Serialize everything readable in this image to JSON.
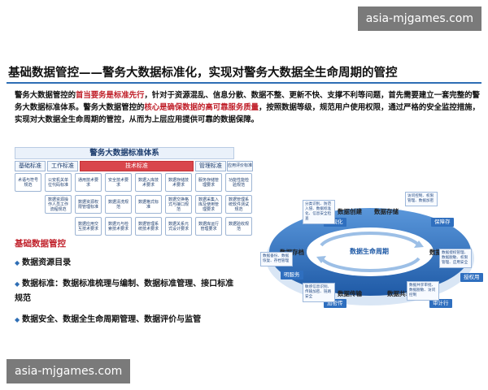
{
  "watermark": "asia-mjgames.com",
  "title": "基础数据管控——警务大数据标准化，实现对警务大数据全生命周期的管控",
  "intro": {
    "p1": "警务大数据管控的",
    "r1": "首当要务是标准先行",
    "p2": "，针对于资源混乱、信息分散、数据不整、更新不快、支撑不利等问题，首先需要建立一套完整的警务大数据标准体系。警务大数据管控的",
    "r2": "核心是确保数据的高可靠服务质量",
    "p3": "，按照数据等级，规范用户使用权限，通过严格的安全监控措施，实现对大数据全生命周期的管控，从而为上层应用提供可靠的数据保障。"
  },
  "standards": {
    "title": "警务大数据标准体系",
    "categories": [
      {
        "label": "基础标准",
        "style": "normal"
      },
      {
        "label": "工作标准",
        "style": "normal"
      },
      {
        "label": "技术标准",
        "style": "red"
      },
      {
        "label": "管理标准",
        "style": "normal"
      },
      {
        "label": "应用评价标准",
        "style": "normal"
      }
    ],
    "row1": [
      "术语与符号规范",
      "公安机关单位代码标准",
      "通用技术要求",
      "安全技术要求",
      "数据入库技术要求",
      "数据存储技术要求",
      "服务存储管理要求",
      "功能性能检验规范"
    ],
    "row2": [
      "数据资源操作人员工作流程规范",
      "数据资源权限管理标准",
      "数据清洗规范",
      "数据格式标准",
      "数据交换格式与接口规范",
      "数据采集入库及使用管理要求",
      "数据管理系统软件测试规范"
    ],
    "row3": [
      "数据应用交互技术要求",
      "数据元与检索技术要求",
      "数据管理系统技术要求",
      "数据关系元式设计要求",
      "数据库运行管理要求",
      "数据验收规范"
    ]
  },
  "bullets": {
    "heading": "基础数据管控",
    "items": [
      "数据资源目录",
      "数据标准：数据标准梳理与编制、数据标准管理、接口标准规范",
      "数据安全、数据全生命周期管理、数据评价与监管"
    ]
  },
  "lifecycle": {
    "center": "数据生命周期",
    "stages": [
      "数据创建",
      "数据存储",
      "数据使用",
      "数据共享",
      "数据传输",
      "数据存档"
    ],
    "chips": [
      "合规化",
      "保障存",
      "授权用",
      "审计行",
      "加密传",
      "明服务"
    ],
    "notes": [
      "分类识别、防范入侵、数据标准化、信息安全检查",
      "访问控制、权限管理、数据加密",
      "数据授权管理、数据脱敏、权限管理、应用安全",
      "数据共享审批、数据脱敏、访问控制",
      "敏感信息识别、传输加密、链路安全",
      "数据备份、数据恢复、存档管理"
    ]
  },
  "colors": {
    "accent": "#2e6eb5",
    "highlight": "#c0202a",
    "ring": "#2f6fbf"
  }
}
